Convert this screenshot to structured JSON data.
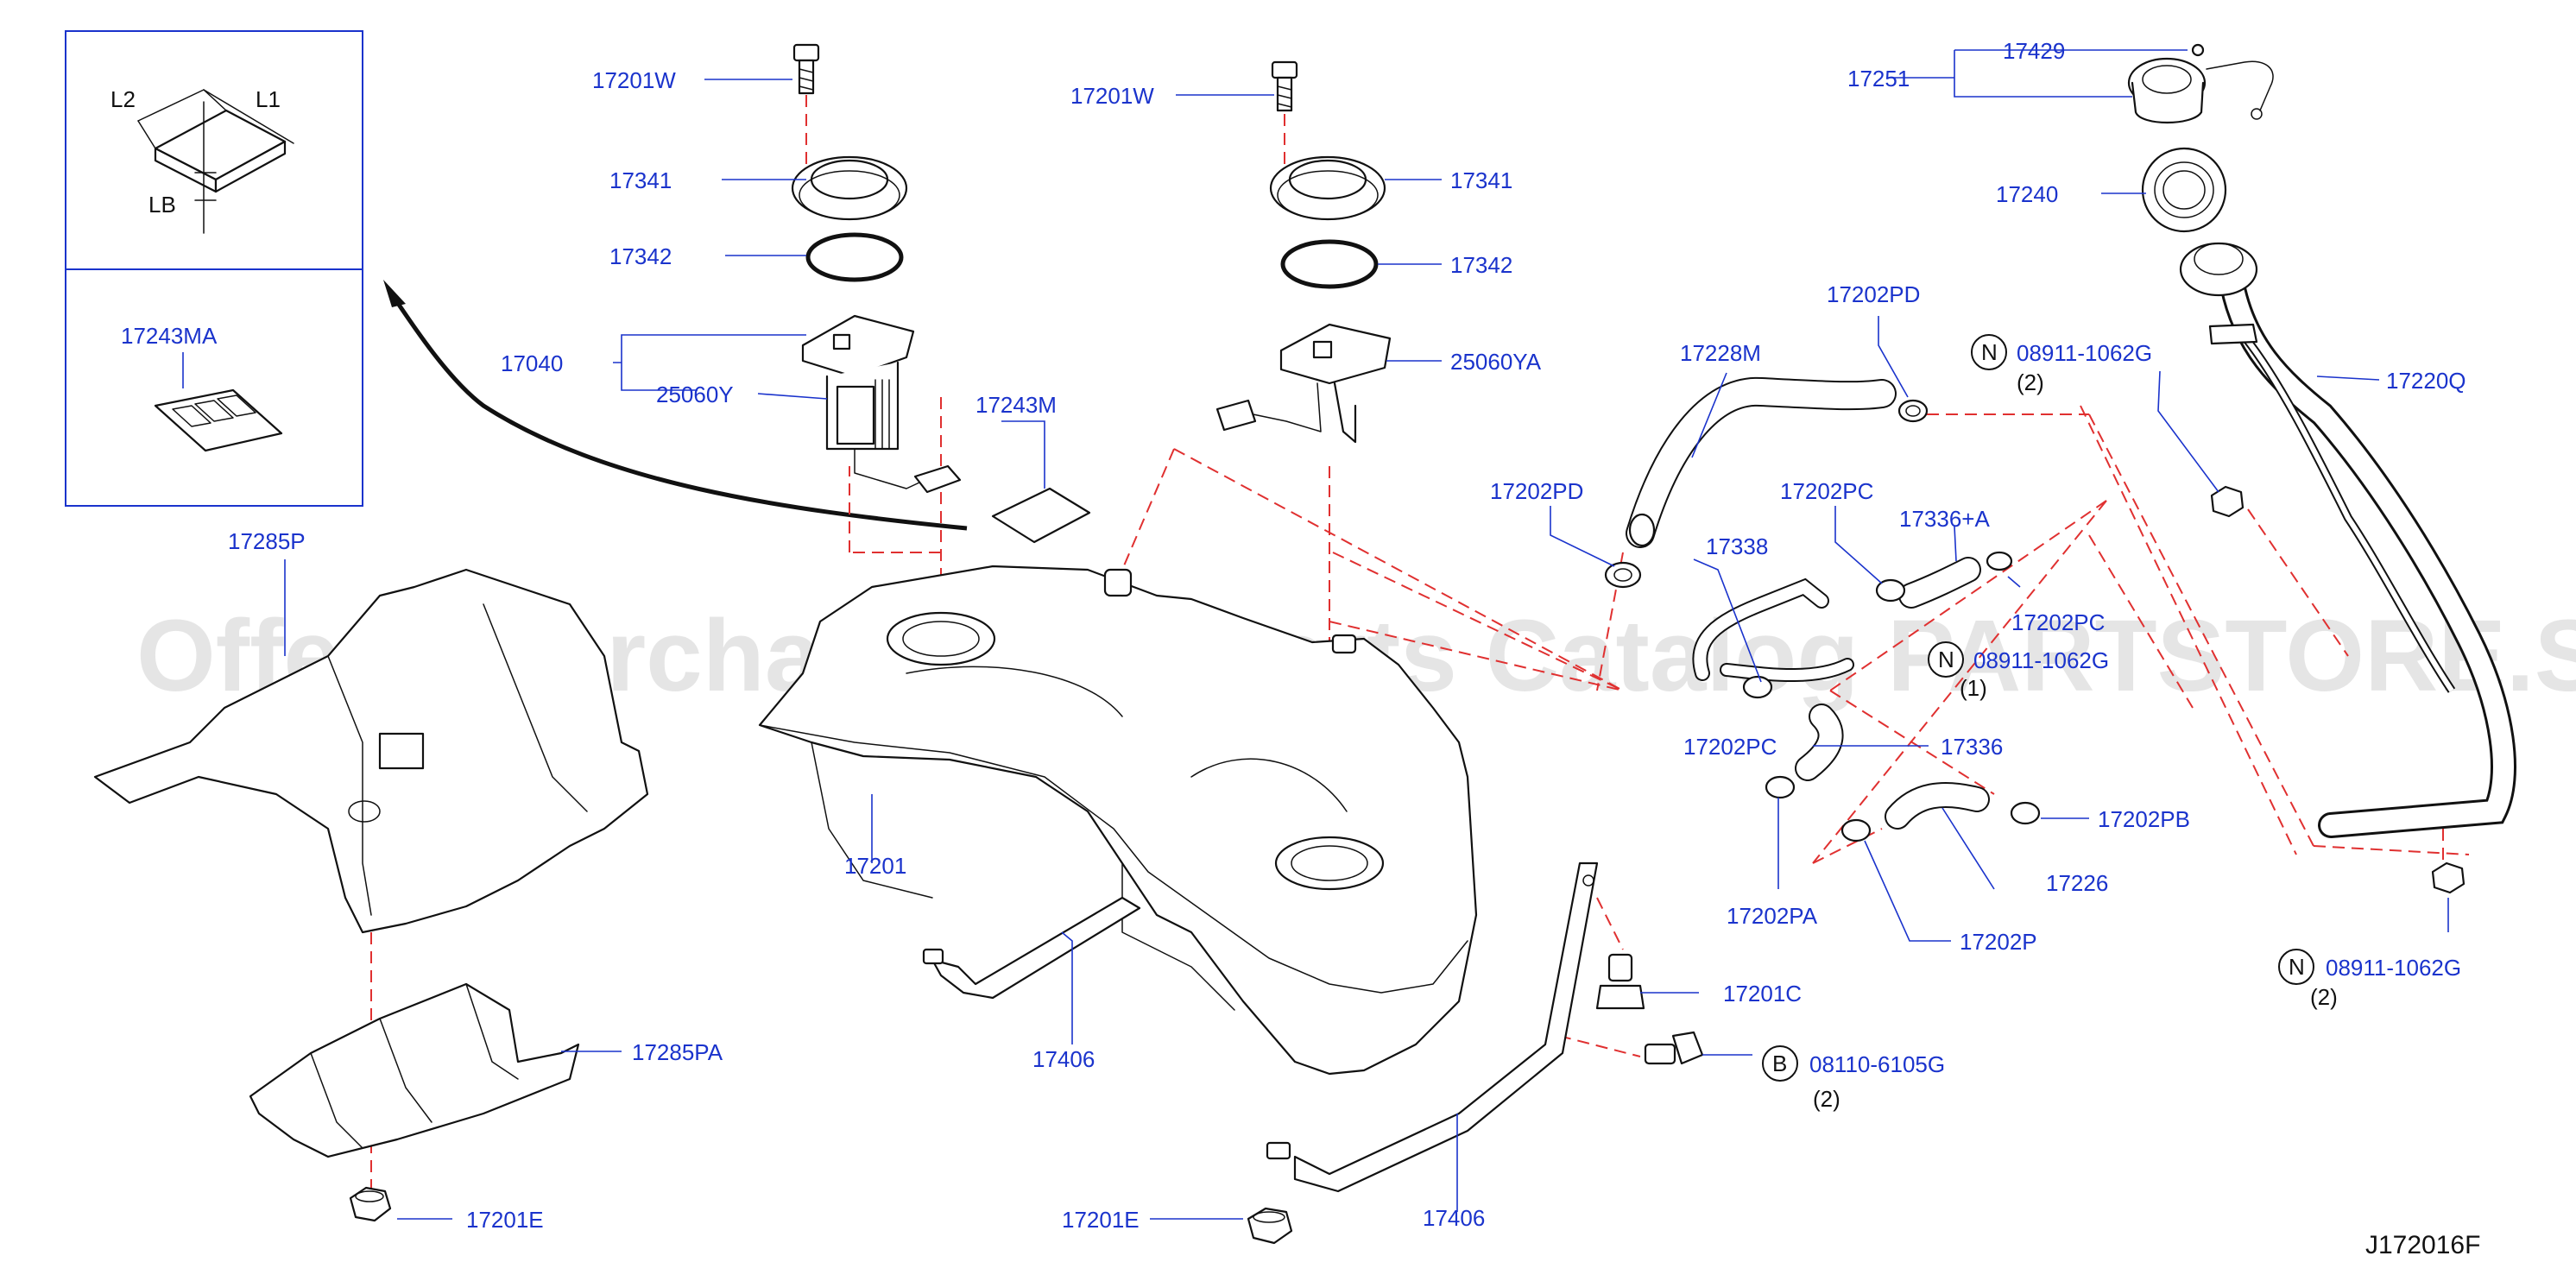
{
  "labels": {
    "l_17201w_a": "17201W",
    "l_17341_a": "17341",
    "l_17342_a": "17342",
    "l_17040": "17040",
    "l_25060y": "25060Y",
    "l_17243m": "17243M",
    "l_17201w_b": "17201W",
    "l_17341_b": "17341",
    "l_17342_b": "17342",
    "l_25060ya": "25060YA",
    "l_17285p": "17285P",
    "l_17201": "17201",
    "l_17285pa": "17285PA",
    "l_17201e_a": "17201E",
    "l_17406_a": "17406",
    "l_17406_b": "17406",
    "l_17201e_b": "17201E",
    "l_17201c": "17201C",
    "l_08110": "08110-6105G",
    "l_08110_qty": "(2)",
    "l_17228m": "17228M",
    "l_17202pd_a": "17202PD",
    "l_17202pd_b": "17202PD",
    "l_08911_a": "08911-1062G",
    "l_08911_a_qty": "(2)",
    "l_17202pc_a": "17202PC",
    "l_17336a": "17336+A",
    "l_17338": "17338",
    "l_17202pc_b": "17202PC",
    "l_08911_b": "08911-1062G",
    "l_08911_b_qty": "(1)",
    "l_17202pc_c": "17202PC",
    "l_17336": "17336",
    "l_17202pb": "17202PB",
    "l_17202pa": "17202PA",
    "l_17226": "17226",
    "l_17202p": "17202P",
    "l_17429": "17429",
    "l_17251": "17251",
    "l_17240": "17240",
    "l_17220q": "17220Q",
    "l_08911_c": "08911-1062G",
    "l_08911_c_qty": "(2)",
    "inset_l1": "L1",
    "inset_l2": "L2",
    "inset_lb": "LB",
    "inset_17243ma": "17243MA",
    "badge_n": "N",
    "badge_b": "B"
  },
  "watermark": "Offers Merchant Auto Parts Catalog PARTSTORE.SA",
  "diagram_code": "J172016F",
  "colors": {
    "label_blue": "#1a33cc",
    "leader_red": "#e03030",
    "line_black": "#111111",
    "watermark_gray": "#cfcfcf"
  }
}
